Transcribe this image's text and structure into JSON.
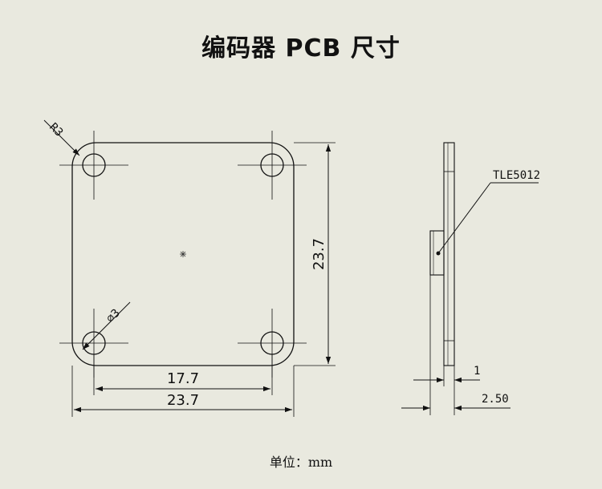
{
  "title": "编码器 PCB 尺寸",
  "dimensions": {
    "corner_radius": "R3",
    "hole_diameter": "∅3",
    "height": "23.7",
    "hole_spacing": "17.7",
    "width": "23.7",
    "copper_thickness": "1",
    "total_thickness": "2.50"
  },
  "component_label": "TLE5012",
  "unit_label": "单位：mm"
}
